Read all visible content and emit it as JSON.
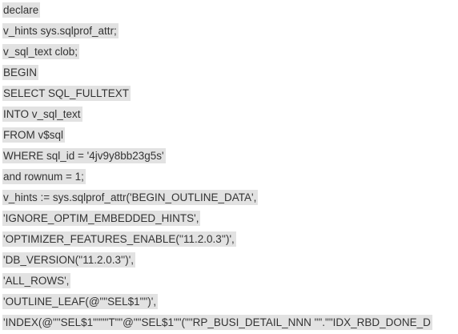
{
  "colors": {
    "page_background": "#ffffff",
    "line_highlight": "#e2e2e2",
    "text": "#333333"
  },
  "code": {
    "lines": [
      "declare",
      "v_hints sys.sqlprof_attr;",
      "v_sql_text clob;",
      "BEGIN",
      "SELECT SQL_FULLTEXT",
      "INTO v_sql_text",
      "FROM v$sql",
      "WHERE sql_id = '4jv9y8bb23g5s'",
      "and rownum = 1;",
      "v_hints := sys.sqlprof_attr('BEGIN_OUTLINE_DATA',",
      "'IGNORE_OPTIM_EMBEDDED_HINTS',",
      "'OPTIMIZER_FEATURES_ENABLE(''11.2.0.3'')',",
      "'DB_VERSION(''11.2.0.3'')',",
      "'ALL_ROWS',",
      "'OUTLINE_LEAF(@\"\"SEL$1\"\")',",
      "'INDEX(@\"\"SEL$1\"\"\"\"T\"\"@\"\"SEL$1\"\"(\"\"RP_BUSI_DETAIL_NNN \"\".\"\"IDX_RBD_DONE_D"
    ]
  }
}
